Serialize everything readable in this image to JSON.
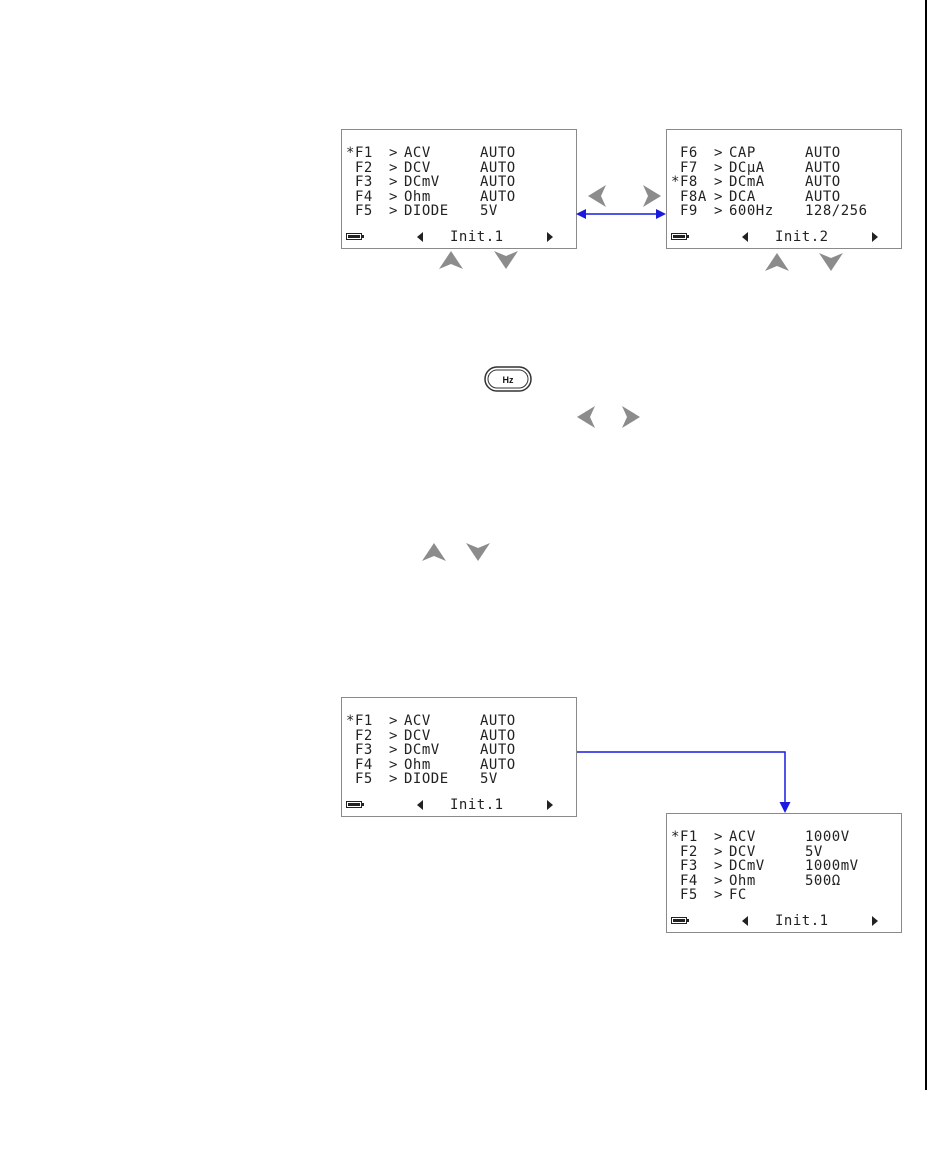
{
  "screens": {
    "init1_top": {
      "page_label": "Init.1",
      "rows": [
        {
          "mark": "*",
          "key": "F1",
          "sep": ">",
          "func": "ACV",
          "value": "AUTO"
        },
        {
          "mark": "",
          "key": "F2",
          "sep": ">",
          "func": "DCV",
          "value": "AUTO"
        },
        {
          "mark": "",
          "key": "F3",
          "sep": ">",
          "func": "DCmV",
          "value": "AUTO"
        },
        {
          "mark": "",
          "key": "F4",
          "sep": ">",
          "func": "Ohm",
          "value": "AUTO"
        },
        {
          "mark": "",
          "key": "F5",
          "sep": ">",
          "func": "DIODE",
          "value": "5V"
        }
      ]
    },
    "init2": {
      "page_label": "Init.2",
      "rows": [
        {
          "mark": "",
          "key": "F6",
          "sep": ">",
          "func": "CAP",
          "value": "AUTO"
        },
        {
          "mark": "",
          "key": "F7",
          "sep": ">",
          "func": "DCμA",
          "value": "AUTO"
        },
        {
          "mark": "*",
          "key": "F8",
          "sep": ">",
          "func": "DCmA",
          "value": "AUTO"
        },
        {
          "mark": "",
          "key": "F8A",
          "sep": ">",
          "func": "DCA",
          "value": "AUTO"
        },
        {
          "mark": "",
          "key": "F9",
          "sep": ">",
          "func": "600Hz",
          "value": "128/256"
        }
      ]
    },
    "init1_bottom": {
      "page_label": "Init.1",
      "rows": [
        {
          "mark": "*",
          "key": "F1",
          "sep": ">",
          "func": "ACV",
          "value": "AUTO"
        },
        {
          "mark": "",
          "key": "F2",
          "sep": ">",
          "func": "DCV",
          "value": "AUTO"
        },
        {
          "mark": "",
          "key": "F3",
          "sep": ">",
          "func": "DCmV",
          "value": "AUTO"
        },
        {
          "mark": "",
          "key": "F4",
          "sep": ">",
          "func": "Ohm",
          "value": "AUTO"
        },
        {
          "mark": "",
          "key": "F5",
          "sep": ">",
          "func": "DIODE",
          "value": "5V"
        }
      ]
    },
    "init1_fixed": {
      "page_label": "Init.1",
      "rows": [
        {
          "mark": "*",
          "key": "F1",
          "sep": ">",
          "func": "ACV",
          "value": "1000V"
        },
        {
          "mark": "",
          "key": "F2",
          "sep": ">",
          "func": "DCV",
          "value": "5V"
        },
        {
          "mark": "",
          "key": "F3",
          "sep": ">",
          "func": "DCmV",
          "value": "1000mV"
        },
        {
          "mark": "",
          "key": "F4",
          "sep": ">",
          "func": "Ohm",
          "value": "500Ω"
        },
        {
          "mark": "",
          "key": "F5",
          "sep": ">",
          "func": "FC",
          "value": ""
        }
      ]
    }
  },
  "keys": {
    "hz_label": "Hz"
  },
  "colors": {
    "arrow_key_gray": "#8c8c8c",
    "connector_blue": "#1a1adf",
    "lcd_border": "#8a8a8a"
  }
}
